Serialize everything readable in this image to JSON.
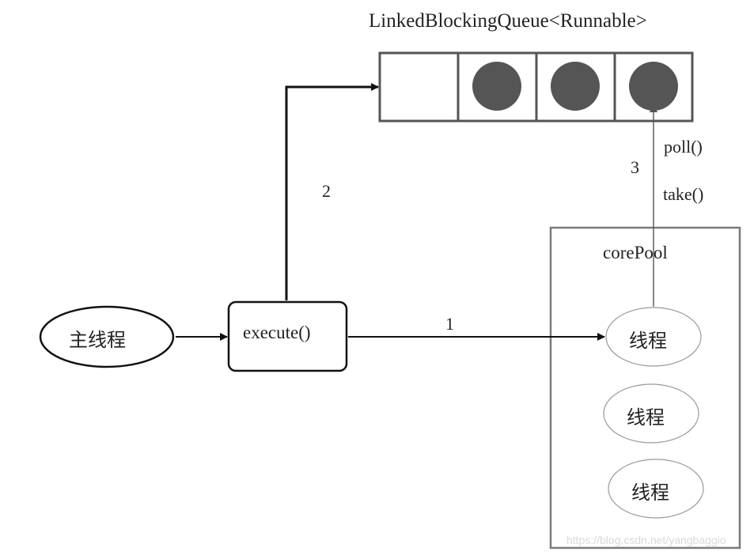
{
  "queue": {
    "title": "LinkedBlockingQueue<Runnable>",
    "slots": [
      "empty",
      "filled",
      "filled",
      "filled"
    ]
  },
  "main_thread": "主线程",
  "execute": "execute()",
  "core_pool": {
    "label": "corePool",
    "threads": [
      "线程",
      "线程",
      "线程"
    ]
  },
  "edges": {
    "step1": "1",
    "step2": "2",
    "step3": "3",
    "poll": "poll()",
    "take": "take()"
  },
  "watermark": "https://blog.csdn.net/yangbaggio",
  "colors": {
    "line": "#111111",
    "box_border": "#555555",
    "pool_border": "#7a7a7a",
    "task": "#555555",
    "thread_border": "#9a9a9a"
  }
}
